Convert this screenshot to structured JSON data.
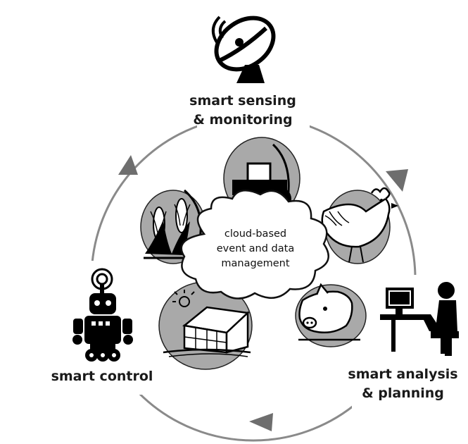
{
  "labels": {
    "sensing": [
      "smart sensing",
      "& monitoring"
    ],
    "analysis": [
      "smart analysis",
      "& planning"
    ],
    "control": [
      "smart control"
    ],
    "cloud": [
      "cloud-based",
      "event and data",
      "management"
    ]
  },
  "icons": [
    "satellite-dish-icon",
    "person-at-computer-icon",
    "robot-icon",
    "tractor-icon",
    "rooster-icon",
    "pig-icon",
    "greenhouse-icon",
    "corn-icon",
    "cloud-icon"
  ],
  "colors": {
    "ring": "#8a8a8a",
    "arrow": "#6e6e6e",
    "blob": "#a9a9a9",
    "ink": "#111111"
  }
}
